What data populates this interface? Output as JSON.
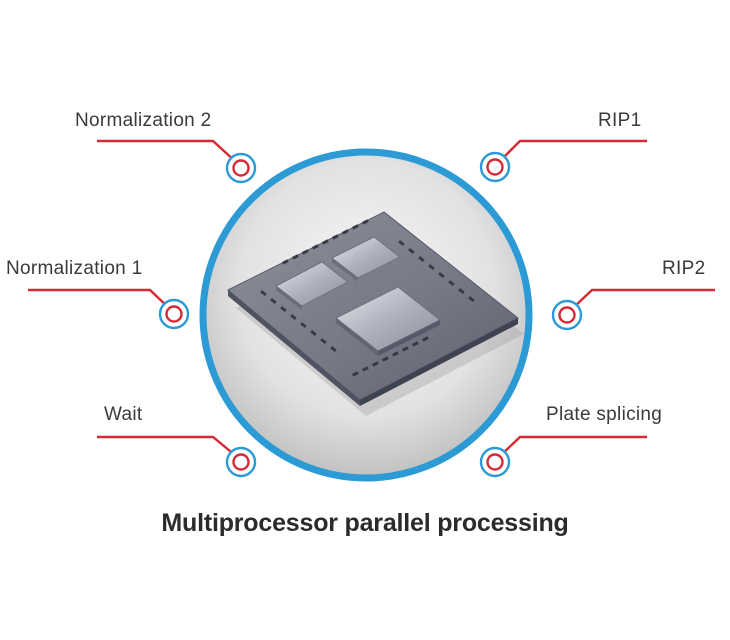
{
  "diagram": {
    "caption": "Multiprocessor parallel processing",
    "center_image": "processor-chip",
    "colors": {
      "line": "#d42a35",
      "ring": "#2c9ad5",
      "disc_light": "#f1f1f1",
      "disc_dark": "#c9c9c9",
      "text": "#3a3a3a"
    },
    "nodes": [
      {
        "id": "normalization-2",
        "label": "Normalization 2",
        "side": "left"
      },
      {
        "id": "normalization-1",
        "label": "Normalization 1",
        "side": "left"
      },
      {
        "id": "wait",
        "label": "Wait",
        "side": "left"
      },
      {
        "id": "rip1",
        "label": "RIP1",
        "side": "right"
      },
      {
        "id": "rip2",
        "label": "RIP2",
        "side": "right"
      },
      {
        "id": "plate-splicing",
        "label": "Plate splicing",
        "side": "right"
      }
    ]
  }
}
